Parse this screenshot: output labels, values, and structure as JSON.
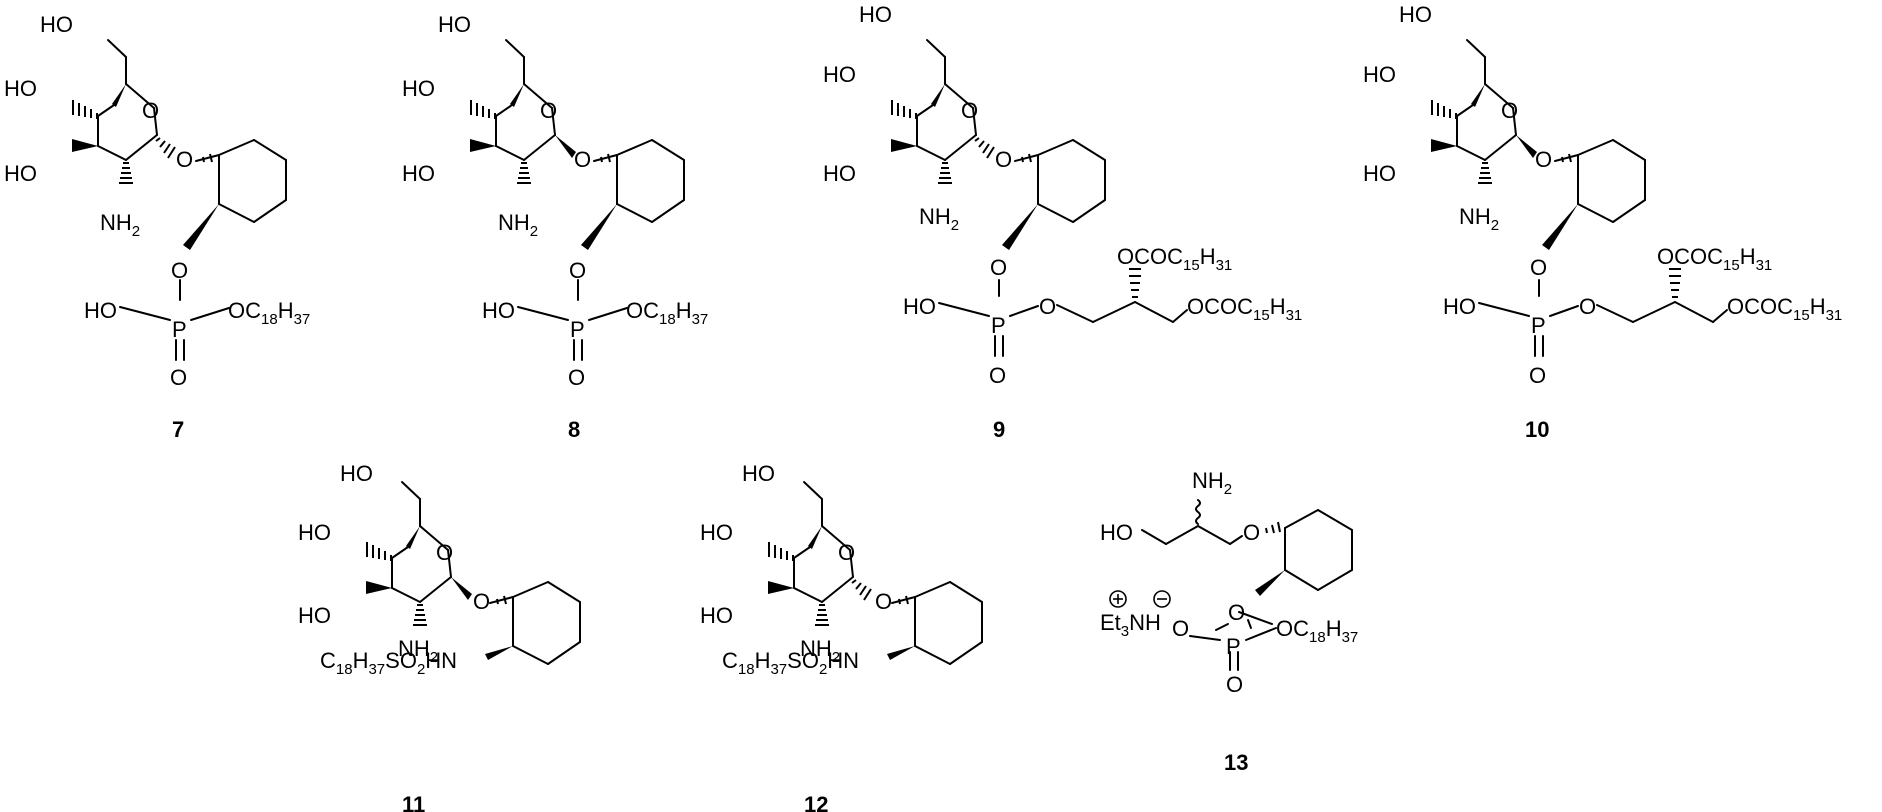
{
  "compounds": [
    {
      "id": "7",
      "labels": {
        "ho_top": "HO",
        "ho_4": "HO",
        "ho_3": "HO",
        "ring_o": "O",
        "nh2": "NH2",
        "glyc_o": "O",
        "link_o": "O",
        "p": "P",
        "p_ho": "HO",
        "p_o_db": "O",
        "p_oalkyl": "OC18H37"
      }
    },
    {
      "id": "8",
      "labels": {
        "ho_top": "HO",
        "ho_4": "HO",
        "ho_3": "HO",
        "ring_o": "O",
        "nh2": "NH2",
        "glyc_o": "O",
        "link_o": "O",
        "p": "P",
        "p_ho": "HO",
        "p_o_db": "O",
        "p_oalkyl": "OC18H37"
      }
    },
    {
      "id": "9",
      "labels": {
        "ho_top": "HO",
        "ho_4": "HO",
        "ho_3": "HO",
        "ring_o": "O",
        "nh2": "NH2",
        "glyc_o": "O",
        "link_o": "O",
        "p": "P",
        "p_ho": "HO",
        "p_o_db": "O",
        "p_o_chain": "O",
        "acyl_1": "OCOC15H31",
        "acyl_2": "OCOC15H31"
      }
    },
    {
      "id": "10",
      "labels": {
        "ho_top": "HO",
        "ho_4": "HO",
        "ho_3": "HO",
        "ring_o": "O",
        "nh2": "NH2",
        "glyc_o": "O",
        "link_o": "O",
        "p": "P",
        "p_ho": "HO",
        "p_o_db": "O",
        "p_o_chain": "O",
        "acyl_1": "OCOC15H31",
        "acyl_2": "OCOC15H31"
      }
    },
    {
      "id": "11",
      "labels": {
        "ho_top": "HO",
        "ho_4": "HO",
        "ho_3": "HO",
        "ring_o": "O",
        "nh2": "NH2",
        "glyc_o": "O",
        "sulfonamide": "C18H37SO2HN"
      }
    },
    {
      "id": "12",
      "labels": {
        "ho_top": "HO",
        "ho_4": "HO",
        "ho_3": "HO",
        "ring_o": "O",
        "nh2": "NH2",
        "glyc_o": "O",
        "sulfonamide": "C18H37SO2HN"
      }
    },
    {
      "id": "13",
      "labels": {
        "nh2": "NH2",
        "ho": "HO",
        "ether_o": "O",
        "link_o": "O",
        "p": "P",
        "p_o_anion": "O",
        "p_o_db": "O",
        "p_oalkyl": "OC18H37",
        "counterion": "Et3NH"
      }
    }
  ]
}
